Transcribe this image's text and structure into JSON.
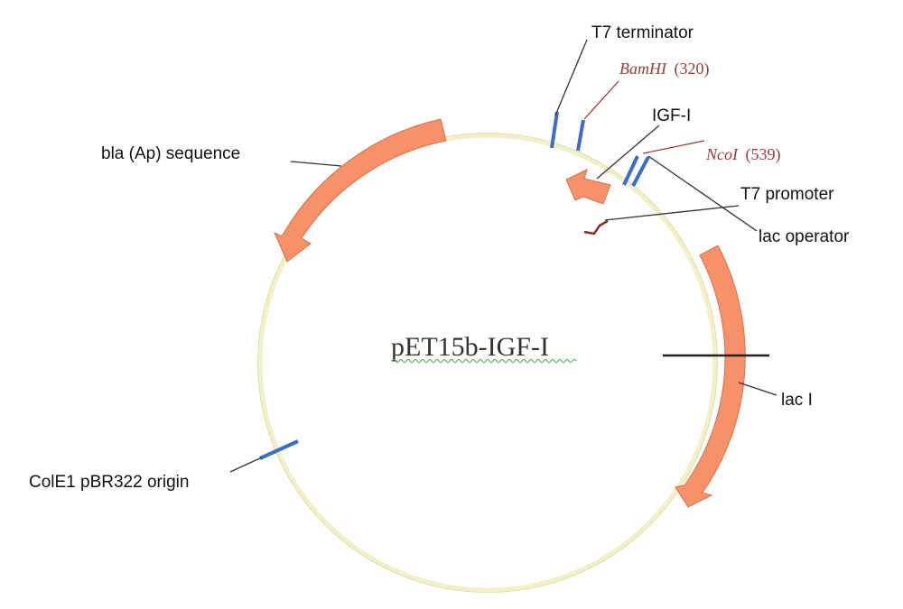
{
  "plasmid": {
    "name": "pET15b-IGF-I",
    "backbone_color": "#f2f0c6",
    "feature_color": "#f6916a",
    "marker_color": "#3a6fc4",
    "site_color": "#9a3b3b"
  },
  "features": {
    "t7_terminator": "T7 terminator",
    "bamhi_enzyme": "BamHI",
    "bamhi_position": "(320)",
    "igf": "IGF-I",
    "ncoi_enzyme": "NcoI",
    "ncoi_position": "(539)",
    "t7_promoter": "T7 promoter",
    "lac_operator": "lac operator",
    "bla": "bla (Ap) sequence",
    "lac_i": "lac I",
    "cole1": "ColE1 pBR322 origin"
  }
}
